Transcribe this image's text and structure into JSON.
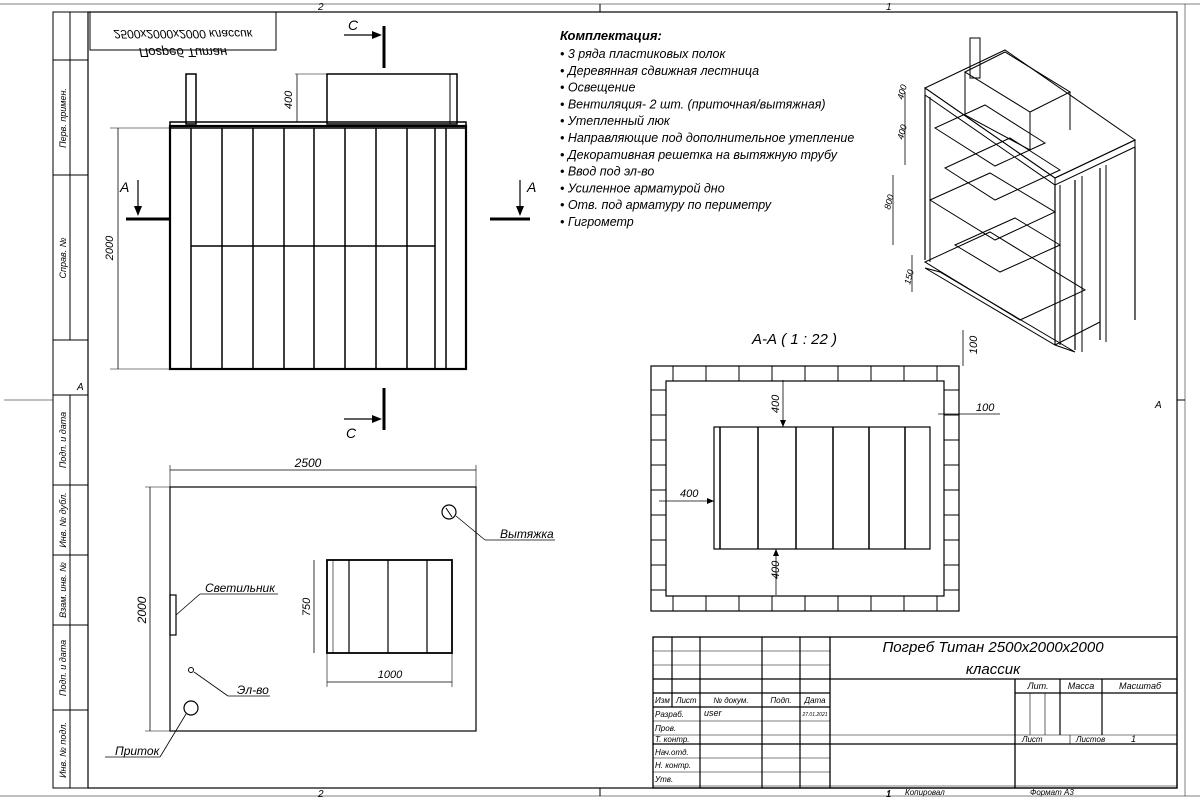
{
  "sheet": {
    "zone_top_left": "2",
    "zone_top_right": "1",
    "zone_bottom_left": "2",
    "zone_bottom_right": "1",
    "zone_left": "A",
    "zone_right": "A",
    "mirrored_title_line1": "Погреб Титан",
    "mirrored_title_line2": "2500x2000x2000 классик",
    "side_labels": [
      "Перв. примен.",
      "Справ. №",
      "Подп. и дата",
      "Инв. № дубл.",
      "Взам. инв. №",
      "Подп. и дата",
      "Инв. № подл."
    ]
  },
  "equipment": {
    "heading": "Комплектация:",
    "items": [
      "3 ряда пластиковых полок",
      "Деревянная сдвижная лестница",
      "Освещение",
      "Вентиляция- 2 шт. (приточная/вытяжная)",
      "Утепленный люк",
      "Направляющие под дополнительное утепление",
      "Декоративная решетка на вытяжную трубу",
      "Ввод под эл-во",
      "Усиленное арматурой дно",
      "Отв. под арматуру по периметру",
      "Гигрометр"
    ]
  },
  "front_view": {
    "section_c_top": "С",
    "section_c_bottom": "С",
    "section_a_left": "А",
    "section_a_right": "А",
    "dim_hatch_height": "400",
    "dim_height": "2000"
  },
  "section_view": {
    "title": "А-А ( 1 : 22 )",
    "dim_top_wall": "100",
    "dim_top_gap": "400",
    "dim_right_wall": "100",
    "dim_left_gap": "400",
    "dim_bottom_gap": "400"
  },
  "iso_view": {
    "dim_1": "400",
    "dim_2": "400",
    "dim_3": "800",
    "dim_4": "150"
  },
  "plan_view": {
    "dim_width": "2500",
    "dim_depth": "2000",
    "dim_hatch_depth": "750",
    "dim_hatch_width": "1000",
    "label_exhaust": "Вытяжка",
    "label_lamp": "Светильник",
    "label_power": "Эл-во",
    "label_intake": "Приток"
  },
  "title_block": {
    "title_line1": "Погреб Титан 2500x2000x2000",
    "title_line2": "классик",
    "col_lit": "Лит.",
    "col_mass": "Масса",
    "col_scale": "Масштаб",
    "row_header": [
      "Изм",
      "Лист",
      "№ докум.",
      "Подп.",
      "Дата"
    ],
    "rows": [
      "Разраб.",
      "Пров.",
      "Т. контр.",
      "Нач.отд.",
      "Н. контр.",
      "Утв."
    ],
    "developer": "user",
    "date": "27.01.2021",
    "sheet_label": "Лист",
    "sheets_label": "Листов",
    "sheets_count": "1",
    "copied": "Копировал",
    "format": "Формат А3",
    "bottom_page": "1"
  }
}
